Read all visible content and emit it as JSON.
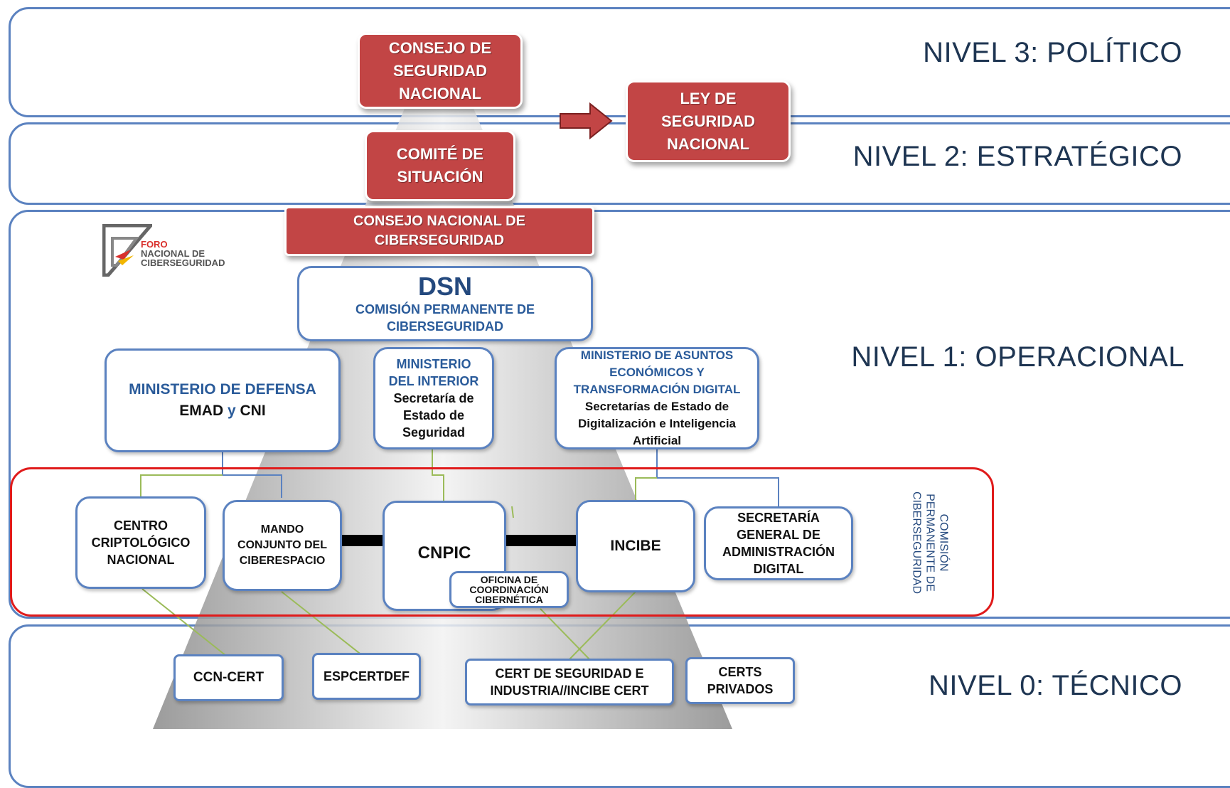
{
  "levels": {
    "n3": "NIVEL 3: POLÍTICO",
    "n2": "NIVEL 2: ESTRATÉGICO",
    "n1": "NIVEL 1: OPERACIONAL",
    "n0": "NIVEL 0: TÉCNICO"
  },
  "logo": {
    "line1": "FORO",
    "line2": "NACIONAL DE",
    "line3": "CIBERSEGURIDAD"
  },
  "red_boxes": {
    "consejo_seguridad": "CONSEJO DE\nSEGURIDAD\nNACIONAL",
    "ley_seguridad": "LEY DE\nSEGURIDAD\nNACIONAL",
    "comite": "COMITÉ DE\nSITUACIÓN",
    "consejo_ciber": "CONSEJO NACIONAL DE\nCIBERSEGURIDAD"
  },
  "dsn": {
    "title": "DSN",
    "subtitle": "COMISIÓN PERMANENTE DE\nCIBERSEGURIDAD"
  },
  "ministries": {
    "defensa": {
      "title": "MINISTERIO DE DEFENSA",
      "emad": "EMAD",
      "y": "y",
      "cni": "CNI"
    },
    "interior": {
      "title": "MINISTERIO\nDEL INTERIOR",
      "sub": "Secretaría de\nEstado de\nSeguridad"
    },
    "economia": {
      "title": "MINISTERIO DE ASUNTOS\nECONÓMICOS Y\nTRANSFORMACIÓN DIGITAL",
      "sub": "Secretarías de Estado de\nDigitalización e Inteligencia\nArtificial"
    }
  },
  "operational": {
    "ccn": "CENTRO\nCRIPTOLÓGICO\nNACIONAL",
    "mando": "MANDO\nCONJUNTO DEL\nCIBERESPACIO",
    "cnpic": "CNPIC",
    "oficina": "OFICINA DE\nCOORDINACIÓN\nCIBERNÉTICA",
    "incibe": "INCIBE",
    "secretaria": "SECRETARÍA\nGENERAL DE\nADMINISTRACIÓN\nDIGITAL",
    "comision_vertical": "COMISIÓN\nPERMANENTE DE\nCIBERSEGURIDAD"
  },
  "technical": {
    "ccn_cert": "CCN-CERT",
    "espcertdef": "ESPCERTDEF",
    "cert_incibe": "CERT DE SEGURIDAD E\nINDUSTRIA//INCIBE CERT",
    "certs_privados": "CERTS\nPRIVADOS"
  },
  "colors": {
    "band_border": "#5b82c0",
    "red_box": "#c24545",
    "red_frame": "#e01b1b",
    "connector": "#9bbb59"
  }
}
